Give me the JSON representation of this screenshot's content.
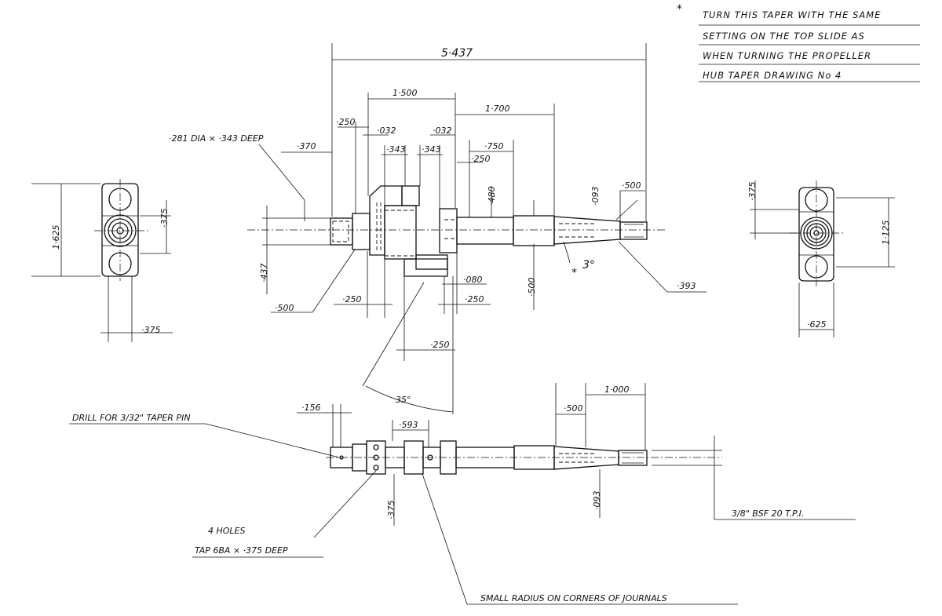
{
  "note": {
    "asterisk": "*",
    "line1": "TURN THIS TAPER WITH THE SAME",
    "line2": "SETTING ON THE TOP SLIDE AS",
    "line3": "WHEN TURNING THE PROPELLER",
    "line4": "HUB TAPER   DRAWING No 4"
  },
  "dims": {
    "overall": "5·437",
    "d1500": "1·500",
    "d1700": "1·700",
    "d250a": "·250",
    "d032a": "·032",
    "d032b": "·032",
    "d343a": "·343",
    "d343b": "·343",
    "d750": "·750",
    "d250b": "·250",
    "d370": "·370",
    "d281": "·281 DIA × ·343 DEEP",
    "d480": "·480",
    "d093a": "·093",
    "d500a": "·500",
    "d1625": "1·625",
    "d375a": "·375",
    "d437": "·437",
    "d500b": "·500",
    "d250c": "·250",
    "d080": "·080",
    "d250d": "·250",
    "d500c": "·500",
    "d3deg": "3°",
    "d3star": "*",
    "d393": "·393",
    "d375b": "·375",
    "d375c": "·375",
    "d1125": "1·125",
    "d625": "·625",
    "d250e": "·250",
    "d35deg": "35°",
    "d156": "·156",
    "d593": "·593",
    "d500d": "·500",
    "d1000": "1·000",
    "d375d": "·375",
    "d093b": "·093"
  },
  "callouts": {
    "drill": "DRILL FOR 3/32\" TAPER PIN",
    "holes1": "4 HOLES",
    "holes2": "TAP 6BA × ·375 DEEP",
    "bsf": "3/8\" BSF 20 T.P.I.",
    "radius": "SMALL RADIUS ON CORNERS OF JOURNALS"
  }
}
